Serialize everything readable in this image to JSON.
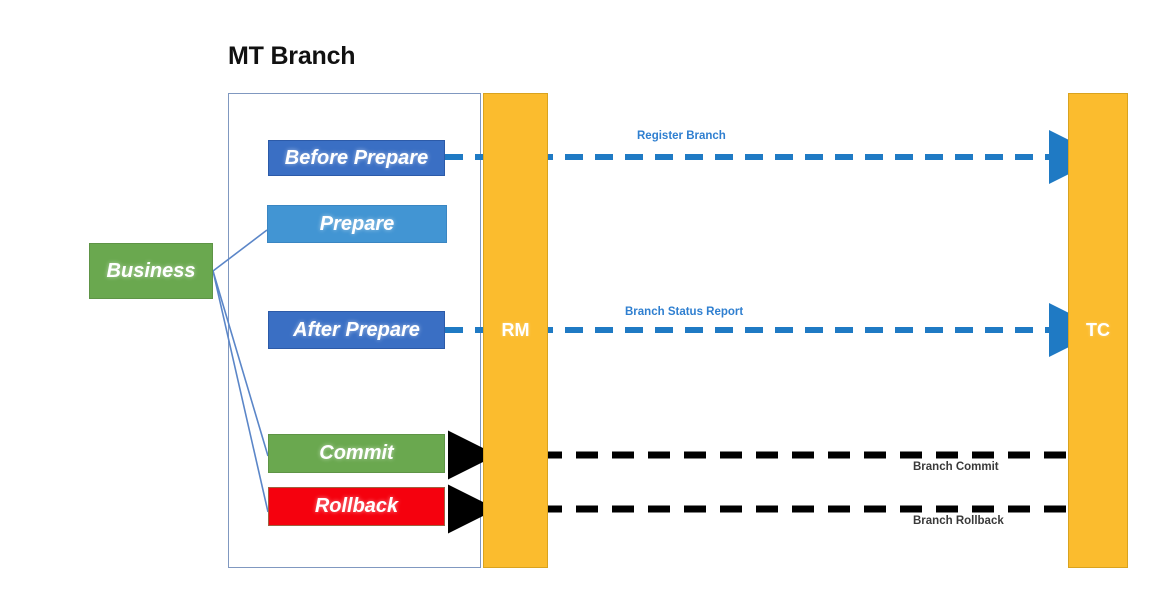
{
  "diagram": {
    "title": "MT Branch",
    "type": "sequence-flow-diagram",
    "actors": {
      "business": {
        "label": "Business",
        "color": "#6aa84f"
      },
      "rm": {
        "label": "RM",
        "color": "#fbbc2e"
      },
      "tc": {
        "label": "TC",
        "color": "#fbbc2e"
      }
    },
    "steps": [
      {
        "id": "before-prepare",
        "label": "Before Prepare",
        "color": "#3a6fc4"
      },
      {
        "id": "prepare",
        "label": "Prepare",
        "color": "#4295d3"
      },
      {
        "id": "after-prepare",
        "label": "After Prepare",
        "color": "#3a6fc4"
      },
      {
        "id": "commit",
        "label": "Commit",
        "color": "#6aa84f"
      },
      {
        "id": "rollback",
        "label": "Rollback",
        "color": "#f5010e"
      }
    ],
    "flows": [
      {
        "id": "register-branch",
        "label": "Register Branch",
        "from": "before-prepare",
        "to": "tc",
        "direction": "right",
        "style": "dashed",
        "color": "#1f7ac4"
      },
      {
        "id": "branch-status-report",
        "label": "Branch Status Report",
        "from": "after-prepare",
        "to": "tc",
        "direction": "right",
        "style": "dashed",
        "color": "#1f7ac4"
      },
      {
        "id": "branch-commit",
        "label": "Branch Commit",
        "from": "tc",
        "to": "commit",
        "direction": "left",
        "style": "dashed",
        "color": "#000000"
      },
      {
        "id": "branch-rollback",
        "label": "Branch Rollback",
        "from": "tc",
        "to": "rollback",
        "direction": "left",
        "style": "dashed",
        "color": "#000000"
      }
    ],
    "connectors": [
      {
        "from": "business",
        "to": "prepare"
      },
      {
        "from": "business",
        "to": "commit"
      },
      {
        "from": "business",
        "to": "rollback"
      }
    ]
  }
}
